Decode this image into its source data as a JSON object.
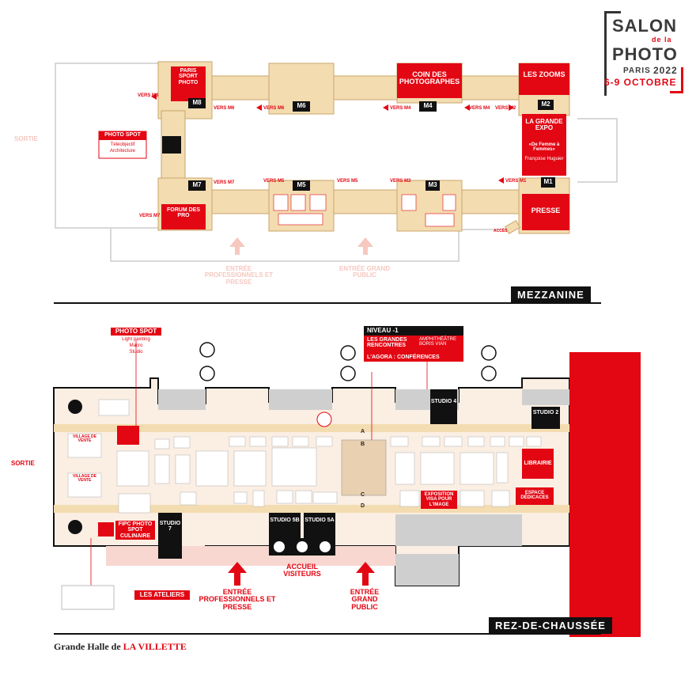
{
  "logo": {
    "line1": "SALON",
    "line2": "de la",
    "line3": "PHOTO",
    "city": "PARIS",
    "year": "2022",
    "dates": "6-9 OCTOBRE"
  },
  "colors": {
    "accent": "#e30613",
    "floor": "#f3dcb0",
    "dark": "#111111",
    "pink": "#f8d7d0"
  },
  "mezzanine": {
    "title": "MEZZANINE",
    "exit_label": "SORTIE",
    "modules": [
      "M1",
      "M2",
      "M4",
      "M5",
      "M6",
      "M7",
      "M8",
      "M3"
    ],
    "paris_sport_photo": "PARIS SPORT PHOTO",
    "coin": "COIN DES PHOTOGRAPHES",
    "zooms": "LES ZOOMS",
    "grande_expo": {
      "title": "LA GRANDE EXPO",
      "subtitle": "«De Femme à Femmes»",
      "author": "Françoise Huguier"
    },
    "presse": "PRESSE",
    "forum": "FORUM DES PRO",
    "photo_spot": {
      "title": "PHOTO SPOT",
      "line1": "Téléobjectif",
      "line2": "Architecture"
    },
    "vers": [
      "VERS M8",
      "VERS M6",
      "VERS M4",
      "VERS M2",
      "VERS M1",
      "VERS M3",
      "VERS M5",
      "VERS M7",
      "VERS M6",
      "VERS M4",
      "VERS M5",
      "VERS M7"
    ],
    "entrance_pro": "ENTRÉE PROFESSIONNELS ET PRESSE",
    "entrance_public": "ENTRÉE GRAND PUBLIC",
    "acces": "ACCÈS"
  },
  "ground": {
    "title": "REZ-DE-CHAUSSÉE",
    "exit_label": "SORTIE",
    "photo_spot": {
      "title": "PHOTO SPOT",
      "line1": "Light painting",
      "line2": "Macro",
      "line3": "Studio"
    },
    "niveau": {
      "title": "NIVEAU -1",
      "rencontres": "LES GRANDES RENCONTRES",
      "amphi": "AMPHITHÉÂTRE BORIS VIAN",
      "agora": "L'AGORA : CONFÉRENCES"
    },
    "studio4": "STUDIO 4",
    "studio2": "STUDIO 2",
    "studio7": "STUDIO 7",
    "studio5b": "STUDIO 5B",
    "studio5a": "STUDIO 5A",
    "librairie": "LIBRAIRIE",
    "dedicaces": "ESPACE DÉDICACES",
    "visa": "EXPOSITION VISA POUR L'IMAGE",
    "fipc": "FIPC PHOTO SPOT CULINAIRE",
    "ateliers": "LES ATELIERS",
    "accueil": "ACCUEIL VISITEURS",
    "entrance_pro": "ENTRÉE PROFESSIONNELS ET PRESSE",
    "entrance_public": "ENTRÉE GRAND PUBLIC",
    "rows": [
      "A",
      "B",
      "C",
      "D"
    ],
    "village1": "VILLAGE DE VENTE",
    "village2": "VILLAGE DE VENTE"
  },
  "footer": {
    "prefix": "Grande Halle de ",
    "highlight": "LA VILLETTE"
  }
}
